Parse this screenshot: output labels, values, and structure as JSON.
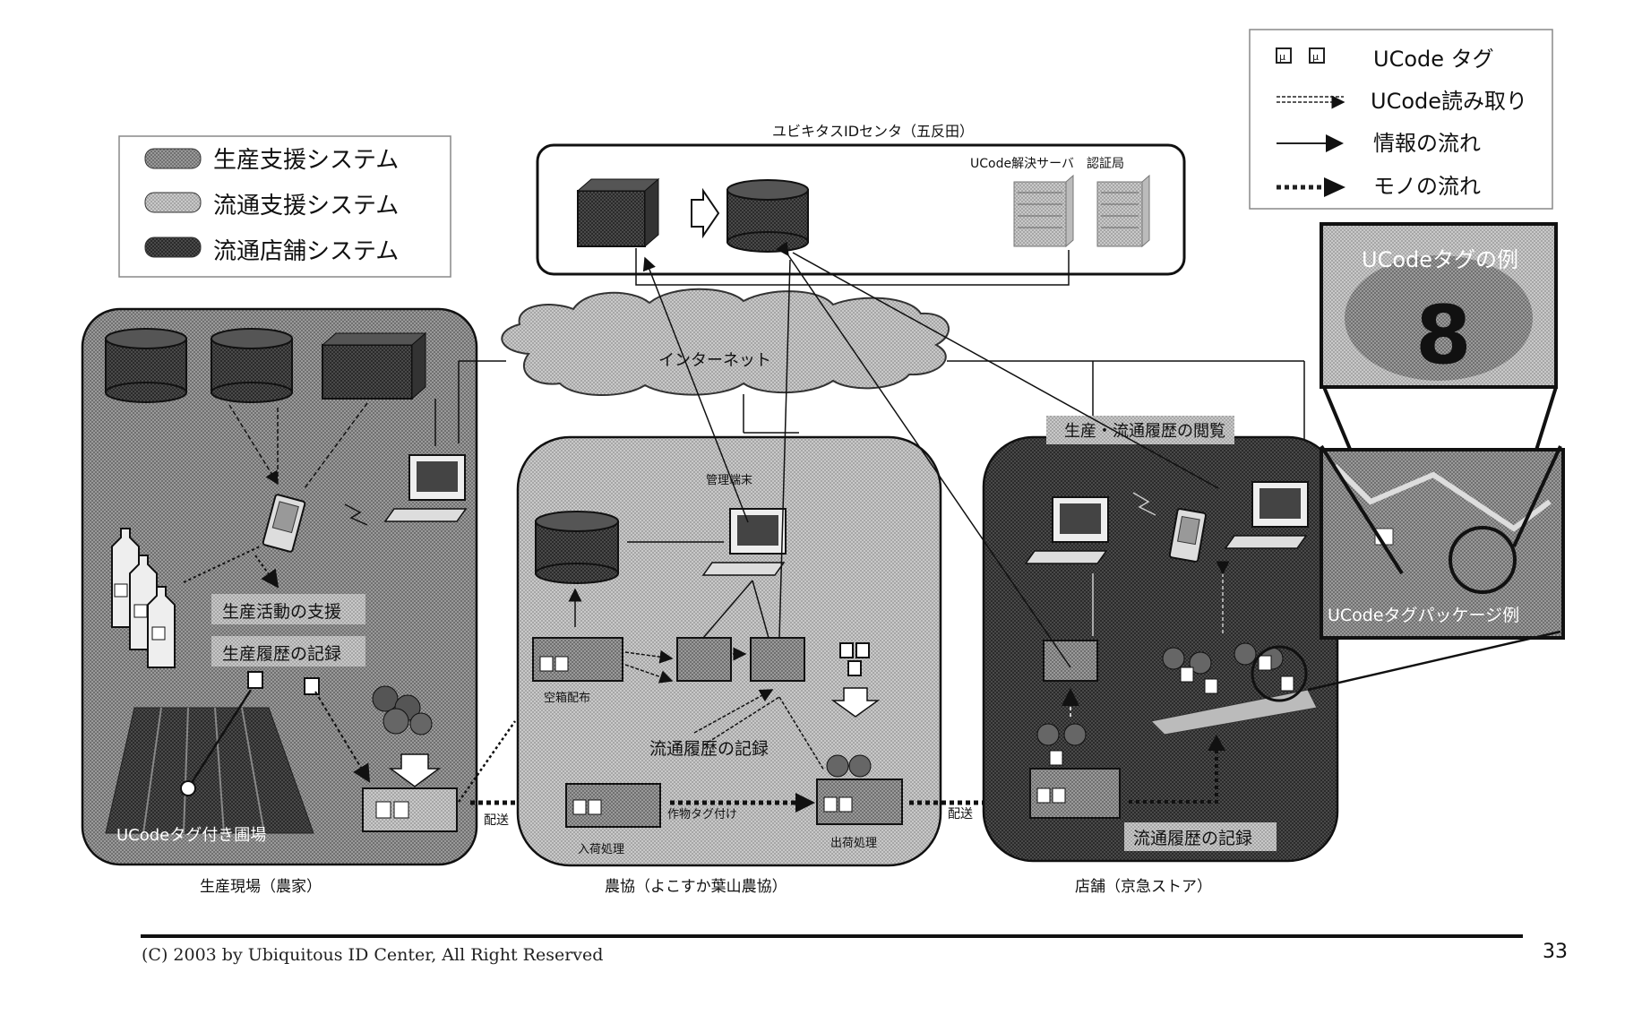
{
  "legend_systems": {
    "items": [
      {
        "label": "生産支援システム",
        "color": "#6e6e6e"
      },
      {
        "label": "流通支援システム",
        "color": "#a8a8a8"
      },
      {
        "label": "流通店舗システム",
        "color": "#3a3a3a"
      }
    ]
  },
  "legend_flows": {
    "ucode_tag": "UCode タグ",
    "ucode_read": "UCode読み取り",
    "info_flow": "情報の流れ",
    "goods_flow": "モノの流れ"
  },
  "center": {
    "title": "ユビキタスIDセンタ（五反田）",
    "servers_label": "UCode解決サーバ　認証局"
  },
  "internet_label": "インターネット",
  "farm": {
    "caption": "生産現場（農家）",
    "support_label": "生産活動の支援",
    "record_label": "生産履歴の記録",
    "bottom_label": "UCodeタグ付き圃場"
  },
  "coop": {
    "caption": "農協（よこすか葉山農協）",
    "terminal_label": "管理端末",
    "supply_label": "空箱配布",
    "record_label": "流通履歴の記録",
    "receive_label": "入荷処理",
    "tagging_label": "作物タグ付け",
    "ship_label": "出荷処理"
  },
  "store": {
    "caption": "店舗（京急ストア）",
    "history_label": "生産・流通履歴の閲覧",
    "record_label": "流通履歴の記録"
  },
  "transfer": {
    "left": "配送",
    "right": "配送"
  },
  "example": {
    "title": "UCodeタグの例",
    "package_label": "UCodeタグパッケージ例"
  },
  "footer": "(C) 2003 by Ubiquitous ID Center, All Right Reserved",
  "page_number": "33"
}
